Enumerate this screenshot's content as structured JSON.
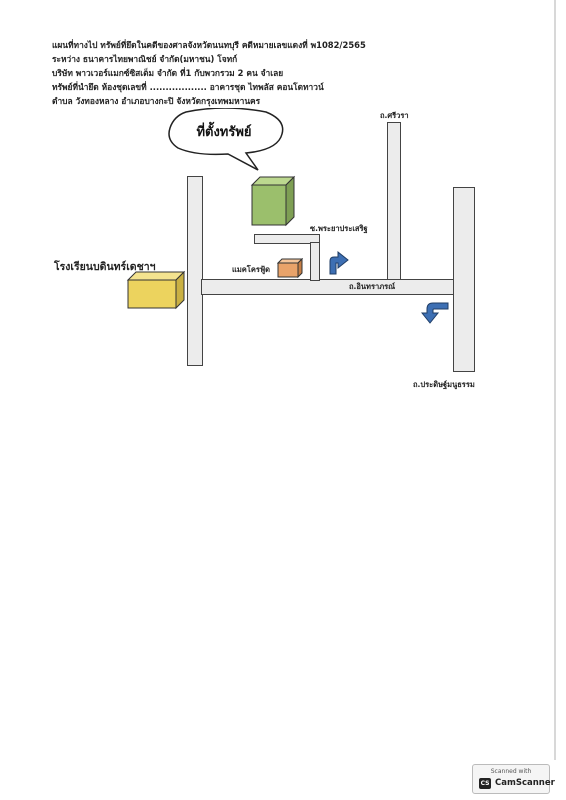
{
  "header": {
    "line1": "แผนที่ทางไป ทรัพย์ที่ยึดในคดีของศาลจังหวัดนนทบุรี คดีหมายเลขแดงที่ พ1082/2565",
    "line2": "ระหว่าง ธนาคารไทยพาณิชย์ จำกัด(มหาชน) โจทก์",
    "line3": "บริษัท พาวเวอร์แมกซ์ซิสเต็ม จำกัด ที่1 กับพวกรวม 2 คน จำเลย",
    "line4": "ทรัพย์ที่นำยึด ห้องชุดเลขที่ .................. อาคารชุด ไทพลัส คอนโดทาวน์",
    "line5": "ตำบล วังทองหลาง อำเภอบางกะปิ จังหวัดกรุงเทพมหานคร"
  },
  "map": {
    "callout_label": "ที่ตั้งทรัพย์",
    "school_label": "โรงเรียนบดินทร์เดชาฯ",
    "makro_label": "แมคโครฟู้ด",
    "road_sriwara": "ถ.ศรีวรา",
    "road_soi": "ซ.พระยาประเสริฐ",
    "road_main": "ถ.อินทราภรณ์",
    "road_pracha": "ถ.ประดิษฐ์มนูธรรม"
  },
  "colors": {
    "target_building": "#9bbf6c",
    "school_building": "#ecd35e",
    "makro_building": "#e9a36a",
    "arrow": "#3d6fb3",
    "road_fill": "#ececec"
  },
  "badge": {
    "scanned_with": "Scanned with",
    "logo": "CS",
    "brand": "CamScanner"
  }
}
